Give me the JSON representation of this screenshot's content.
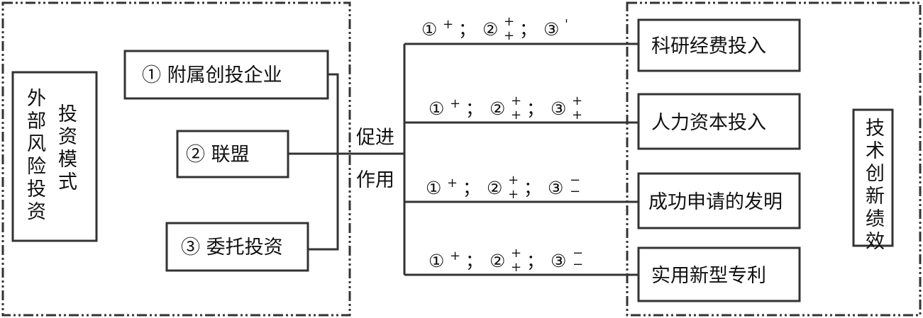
{
  "left": {
    "source": "外部风险投资",
    "modes_title": "投资模式",
    "modes": [
      "① 附属创投企业",
      "② 联盟",
      "③ 委托投资"
    ]
  },
  "middle": {
    "line1": "促进",
    "line2": "作用"
  },
  "effects": [
    [
      {
        "num": "①",
        "mark": "+"
      },
      {
        "num": "②",
        "mark": "++"
      },
      {
        "num": "③",
        "mark": "'"
      }
    ],
    [
      {
        "num": "①",
        "mark": "+"
      },
      {
        "num": "②",
        "mark": "++"
      },
      {
        "num": "③",
        "mark": "++"
      }
    ],
    [
      {
        "num": "①",
        "mark": "+"
      },
      {
        "num": "②",
        "mark": "++"
      },
      {
        "num": "③",
        "mark": "--"
      }
    ],
    [
      {
        "num": "①",
        "mark": "+"
      },
      {
        "num": "②",
        "mark": "++"
      },
      {
        "num": "③",
        "mark": "--"
      }
    ]
  ],
  "separator": "；",
  "right": {
    "outcomes": [
      "科研经费投入",
      "人力资本投入",
      "成功申请的发明",
      "实用新型专利"
    ],
    "title": "技术创新绩效"
  }
}
